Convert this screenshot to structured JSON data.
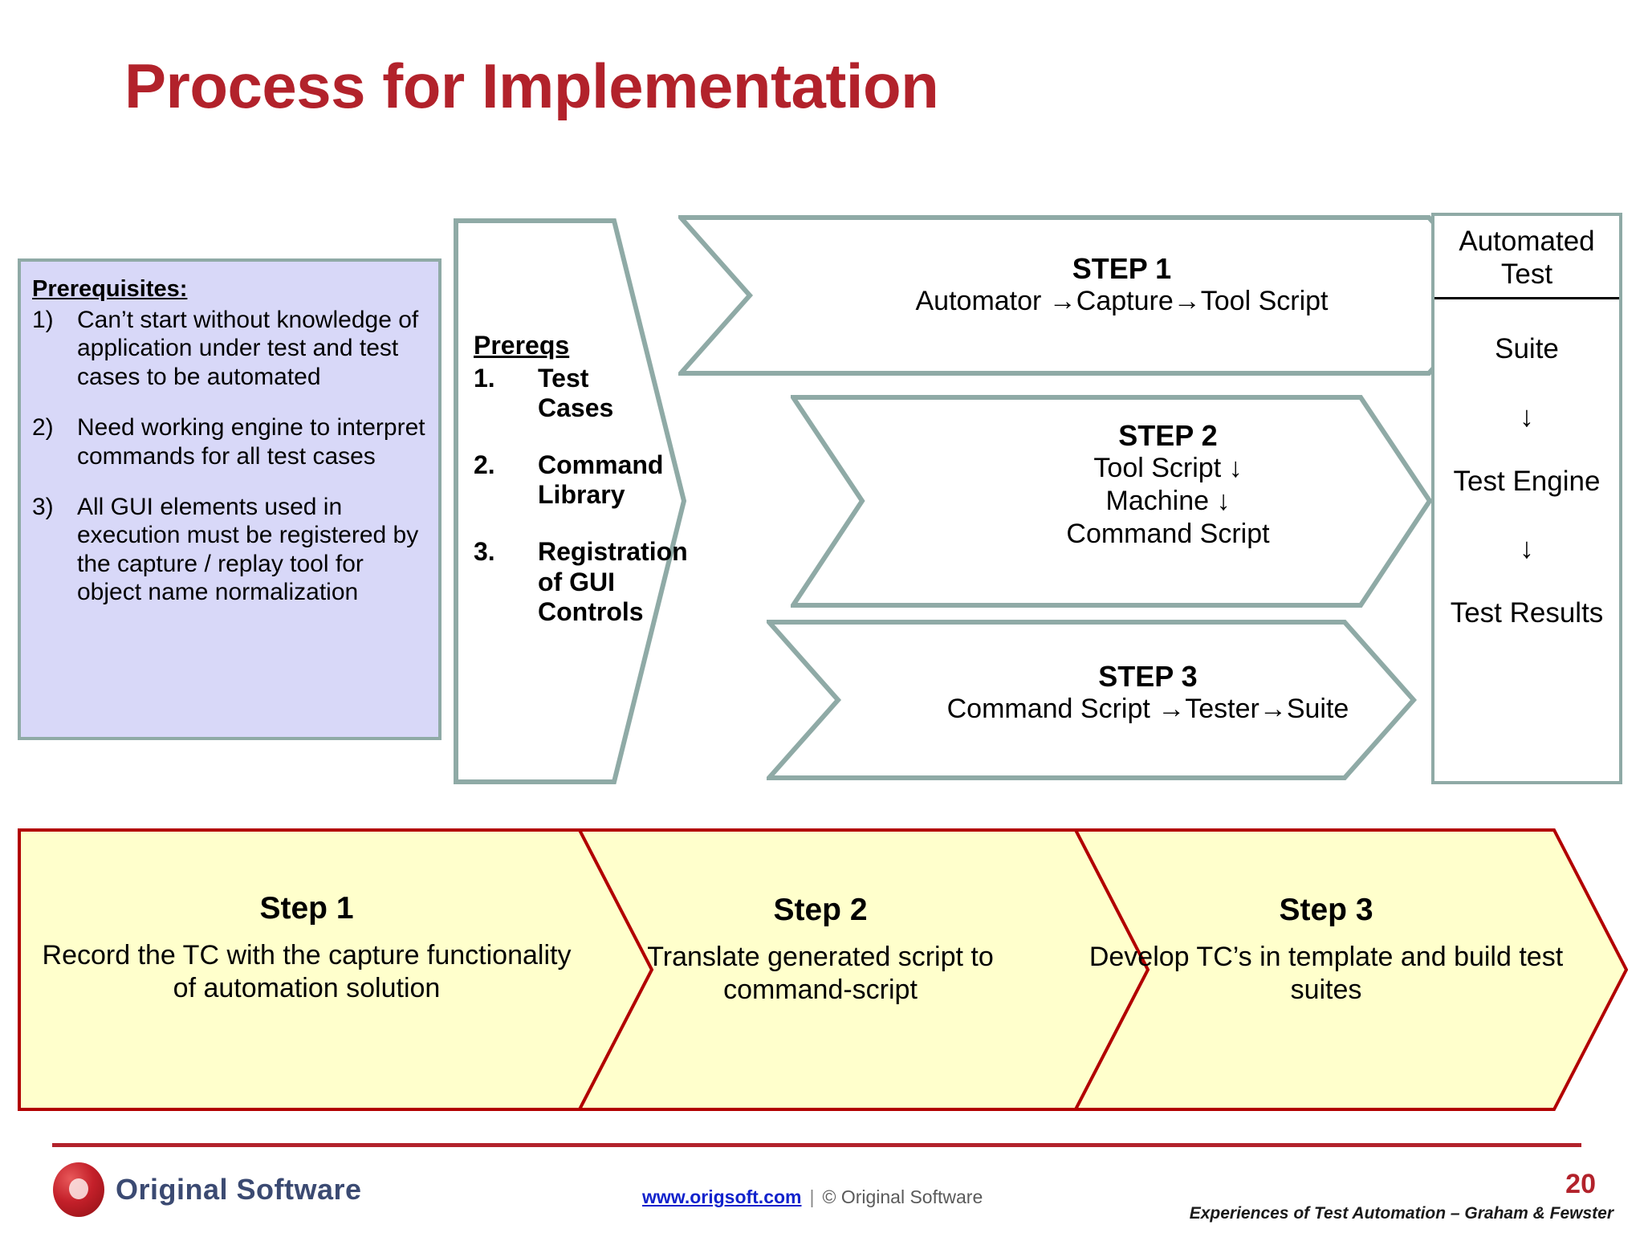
{
  "slide": {
    "title": "Process for Implementation",
    "title_color": "#B2222B",
    "outline_color": "#8FAAA6",
    "prereq_fill": "#D8D8F8",
    "band_fill": "#FFFFCC",
    "band_stroke": "#B20000"
  },
  "prerequisites": {
    "heading": "Prerequisites:",
    "items": [
      {
        "num": "1)",
        "text": "Can’t start without knowledge of application under test and test cases to be automated"
      },
      {
        "num": "2)",
        "text": "Need working engine to interpret  commands for all test cases"
      },
      {
        "num": "3)",
        "text": "All GUI elements used in execution must be registered by the capture / replay tool for object name normalization"
      }
    ]
  },
  "prereqs_chevron": {
    "heading": "Prereqs",
    "items": [
      {
        "num": "1.",
        "text": "Test Cases"
      },
      {
        "num": "2.",
        "text": "Command Library"
      },
      {
        "num": "3.",
        "text": "Registration of GUI Controls"
      }
    ]
  },
  "steps": [
    {
      "heading": "STEP 1",
      "lines": [
        "Automator →Capture→Tool Script"
      ]
    },
    {
      "heading": "STEP 2",
      "lines": [
        "Tool Script ↓",
        "Machine ↓",
        "Command Script"
      ]
    },
    {
      "heading": "STEP 3",
      "lines": [
        "Command Script →Tester→Suite"
      ]
    }
  ],
  "automated_test": {
    "header": "Automated Test",
    "rows": [
      "Suite",
      "↓",
      "Test Engine",
      "↓",
      "Test Results"
    ]
  },
  "bottom_band": [
    {
      "title": "Step 1",
      "desc": "Record the TC with the capture functionality of automation solution"
    },
    {
      "title": "Step 2",
      "desc": "Translate generated script to command-script"
    },
    {
      "title": "Step 3",
      "desc": "Develop TC’s in template and build test suites"
    }
  ],
  "footer": {
    "logo_text": "Original Software",
    "url": "www.origsoft.com",
    "separator": "|",
    "copyright": "© Original Software",
    "page_number": "20",
    "credit": "Experiences of Test Automation – Graham & Fewster"
  }
}
